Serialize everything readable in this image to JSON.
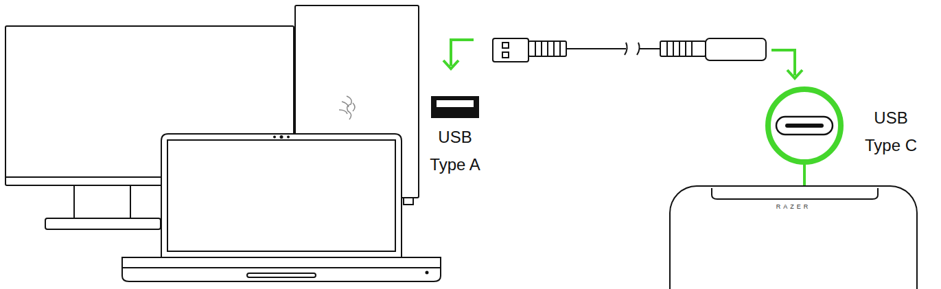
{
  "diagram": {
    "nodes": [
      {
        "text": [
          "RAZER"
        ]
      }
    ],
    "labels": [
      "USB Type A",
      "USB Type C"
    ]
  }
}
